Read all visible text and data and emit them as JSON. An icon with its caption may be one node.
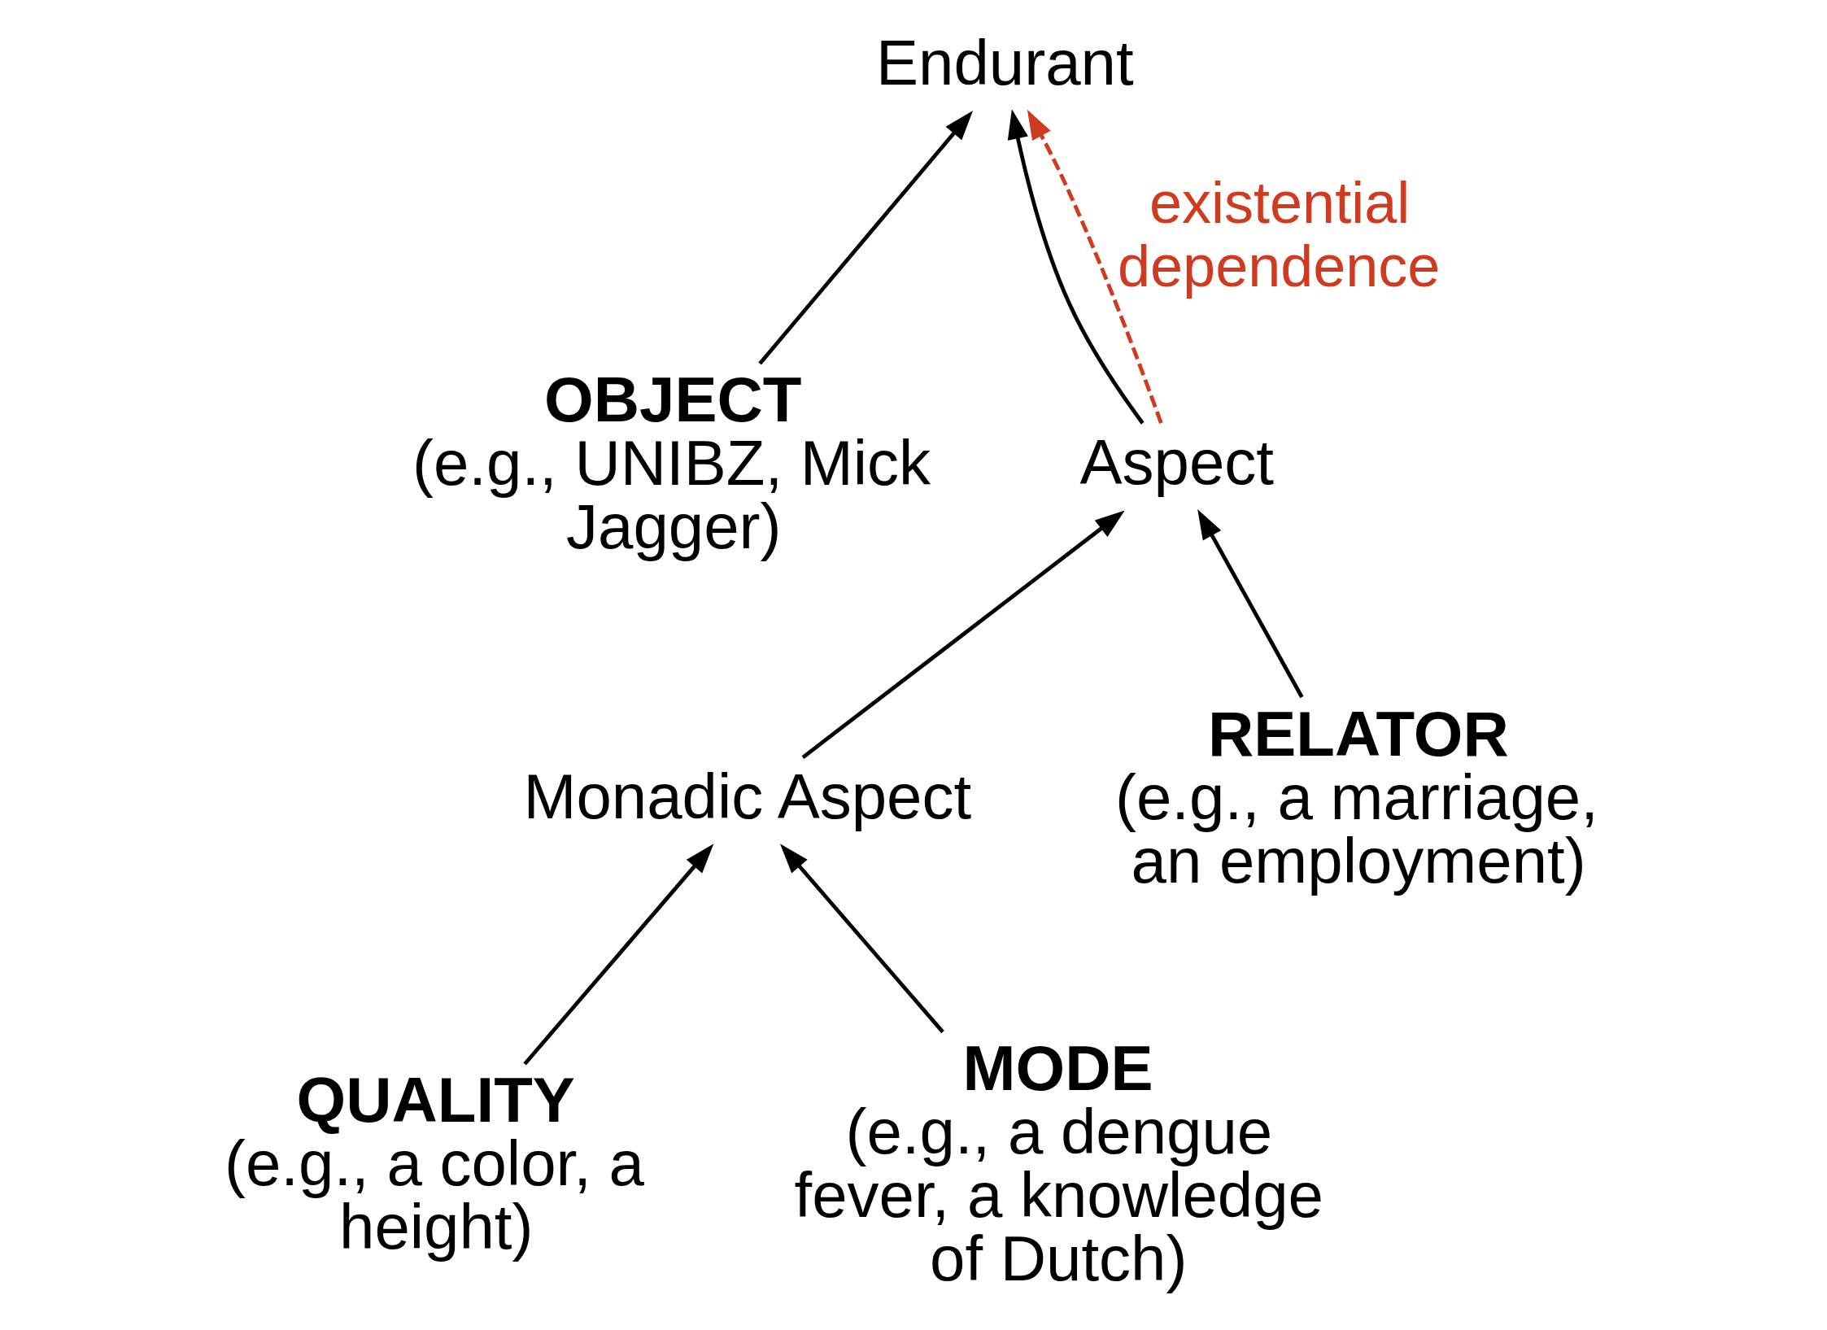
{
  "diagram": {
    "nodes": [
      {
        "text": [
          "Endurant"
        ]
      },
      {
        "text": [
          "OBJECT",
          "(e.g., UNIBZ, Mick Jagger)"
        ]
      },
      {
        "text": [
          "Aspect"
        ]
      },
      {
        "text": [
          "Monadic Aspect"
        ]
      },
      {
        "text": [
          "RELATOR",
          "(e.g., a marriage, an employment)"
        ]
      },
      {
        "text": [
          "QUALITY",
          "(e.g., a color, a height)"
        ]
      },
      {
        "text": [
          "MODE",
          "(e.g., a dengue fever, a knowledge of Dutch)"
        ]
      }
    ],
    "edges": [
      {
        "from": 1,
        "to": 0,
        "arrow": "to"
      },
      {
        "from": 2,
        "to": 0,
        "arrow": "to"
      },
      {
        "from": 2,
        "to": 0,
        "arrow": "to",
        "label": "existential dependence",
        "style": "dashed",
        "color": "#d03a1f"
      },
      {
        "from": 3,
        "to": 2,
        "arrow": "to"
      },
      {
        "from": 4,
        "to": 2,
        "arrow": "to"
      },
      {
        "from": 5,
        "to": 3,
        "arrow": "to"
      },
      {
        "from": 6,
        "to": 3,
        "arrow": "to"
      }
    ]
  }
}
